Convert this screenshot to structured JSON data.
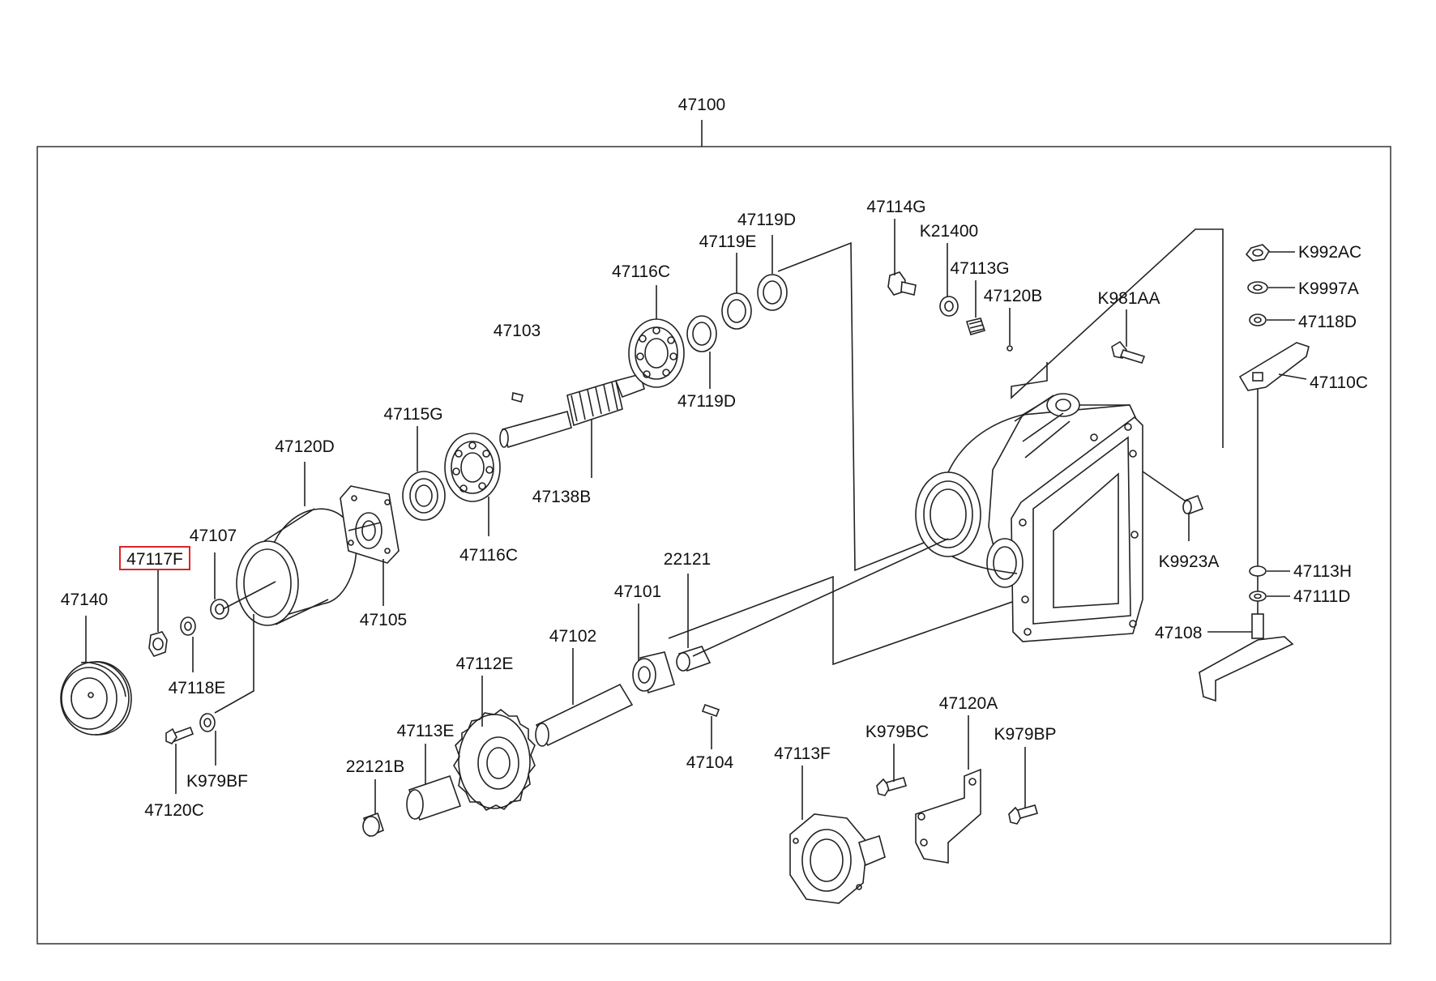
{
  "diagram": {
    "assembly_label": "47100",
    "highlight_color": "#d9252a",
    "line_color": "#222222",
    "highlighted_part": "47117F",
    "labels": {
      "p47100": "47100",
      "p47119D_top": "47119D",
      "p47119E": "47119E",
      "p47116C_top": "47116C",
      "p47103": "47103",
      "p47119D_mid": "47119D",
      "p47138B": "47138B",
      "p47115G": "47115G",
      "p47116C_low": "47116C",
      "p47120D": "47120D",
      "p47107": "47107",
      "p47117F": "47117F",
      "p47140": "47140",
      "p47105": "47105",
      "p47118E": "47118E",
      "p47120C": "47120C",
      "pK979BF": "K979BF",
      "p22121": "22121",
      "p47101": "47101",
      "p47102": "47102",
      "p47112E": "47112E",
      "p47113E": "47113E",
      "p22121B": "22121B",
      "p47104": "47104",
      "p47114G": "47114G",
      "pK21400": "K21400",
      "p47113G": "47113G",
      "p47120B": "47120B",
      "pK981AA": "K981AA",
      "pK9923A": "K9923A",
      "pK992AC": "K992AC",
      "pK9997A": "K9997A",
      "p47118D": "47118D",
      "p47110C": "47110C",
      "p47113H": "47113H",
      "p47111D": "47111D",
      "p47108": "47108",
      "p47113F": "47113F",
      "pK979BC": "K979BC",
      "p47120A": "47120A",
      "pK979BP": "K979BP"
    }
  }
}
